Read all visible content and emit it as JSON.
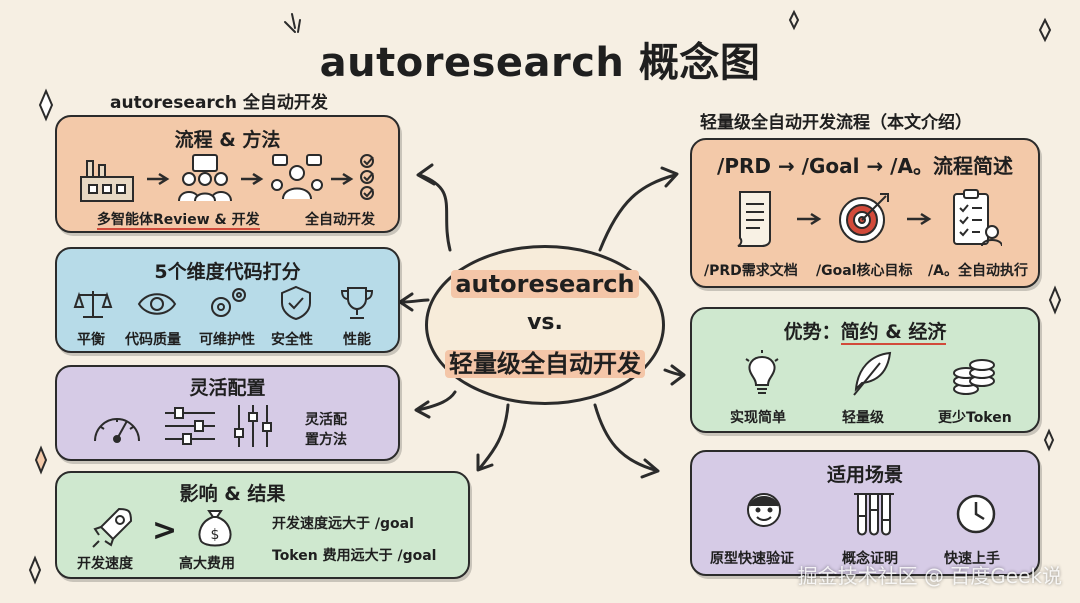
{
  "title": "autoresearch 概念图",
  "left_label": "autoresearch 全自动开发",
  "right_label": "轻量级全自动开发流程（本文介绍）",
  "center": {
    "line1": "autoresearch",
    "line2": "vs.",
    "line3": "轻量级全自动开发"
  },
  "process_box": {
    "title": "流程 & 方法",
    "label_left": "多智能体Review & 开发",
    "label_right": "全自动开发"
  },
  "scoring_box": {
    "title": "5个维度代码打分",
    "items": [
      "平衡",
      "代码质量",
      "可维护性",
      "安全性",
      "性能"
    ]
  },
  "config_box": {
    "title": "灵活配置",
    "text_line1": "灵活配",
    "text_line2": "置方法"
  },
  "impact_box": {
    "title": "影响 & 结果",
    "left_label": "开发速度",
    "right_label": "高大费用",
    "gt_symbol": ">",
    "line1": "开发速度远大于 /goal",
    "line2": "Token 费用远大于 /goal"
  },
  "prd_box": {
    "title": "/PRD → /Goal → /A。流程简述",
    "items": [
      "/PRD需求文档",
      "/Goal核心目标",
      "/A。全自动执行"
    ]
  },
  "advantage_box": {
    "title_prefix": "优势：",
    "title_highlight": "简约 & 经济",
    "items": [
      "实现简单",
      "轻量级",
      "更少Token"
    ]
  },
  "scenario_box": {
    "title": "适用场景",
    "items": [
      "原型快速验证",
      "概念证明",
      "快速上手"
    ]
  },
  "watermark": "掘金技术社区 @ 百度Geek说",
  "colors": {
    "background": "#f6efe3",
    "orange_box": "#f3c9a9",
    "blue_box": "#b7dbe8",
    "purple_box": "#d6cbe6",
    "green_box": "#cfe8cf",
    "outline": "#2b2b2b",
    "accent_red": "#d24a3a"
  }
}
